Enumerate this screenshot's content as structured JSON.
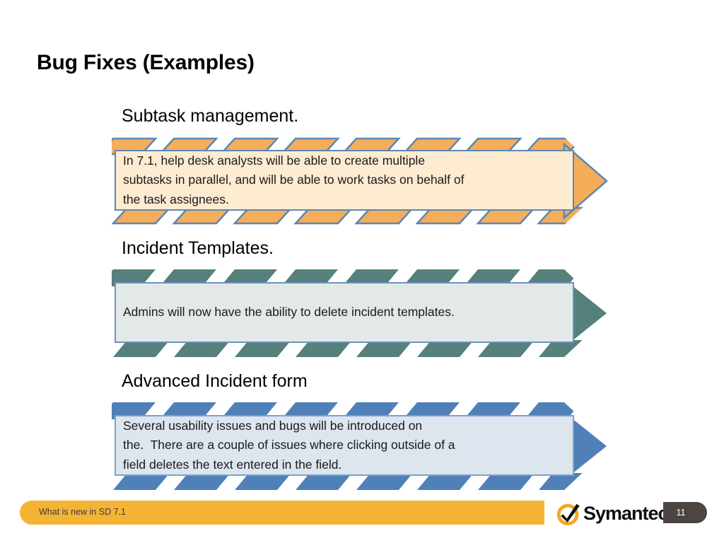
{
  "slide": {
    "title": "Bug Fixes (Examples)",
    "background_color": "#ffffff"
  },
  "sections": [
    {
      "heading": "Subtask management.",
      "banner_lines": [
        "In 7.1, help desk analysts will be able to create multiple",
        "subtasks in parallel, and will be able to work tasks on behalf of",
        "the task assignees."
      ],
      "stripe_color": "#f5ad5a",
      "stripe_outline_color": "#5b87b5",
      "box_fill": "#fdebd2",
      "box_border": "#5b87b5",
      "arrow_tip_color": "#f5ad5a"
    },
    {
      "heading": "Incident Templates.",
      "banner_lines": [
        "Admins will now have the ability to delete incident templates."
      ],
      "stripe_color": "#55807c",
      "stripe_outline_color": "#55807c",
      "box_fill": "#e3e9e8",
      "box_border": "#6c93bd",
      "arrow_tip_color": "#55807c"
    },
    {
      "heading": "Advanced Incident form",
      "banner_lines": [
        "Several usability issues and bugs will be introduced on",
        "the.  There are a couple of issues where clicking outside of a",
        "field deletes the text entered in the field."
      ],
      "stripe_color": "#4f81b8",
      "stripe_outline_color": "#4f81b8",
      "box_fill": "#dde5ef",
      "box_border": "#7ea2c6",
      "arrow_tip_color": "#4f81b8"
    }
  ],
  "footer": {
    "bar_label": "What is new in SD 7.1",
    "bar_color": "#f5b335",
    "logo_name": "Symantec",
    "logo_tm": ".",
    "logo_ring_color": "#f2a81d",
    "page_number": "11",
    "page_badge_color": "#4d4541"
  }
}
